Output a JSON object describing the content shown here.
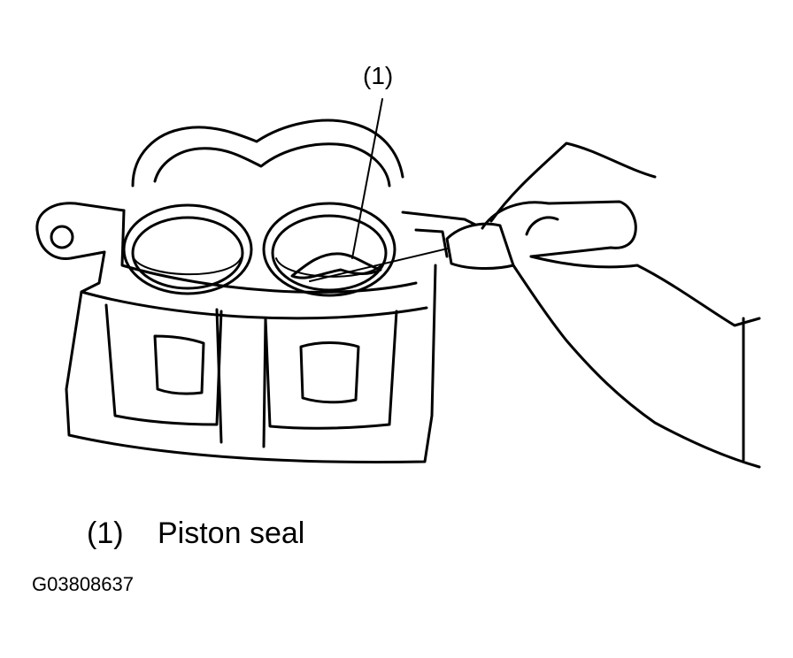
{
  "callout": {
    "number": "(1)"
  },
  "legend": {
    "number": "(1)",
    "text": "Piston seal"
  },
  "figure_id": "G03808637"
}
